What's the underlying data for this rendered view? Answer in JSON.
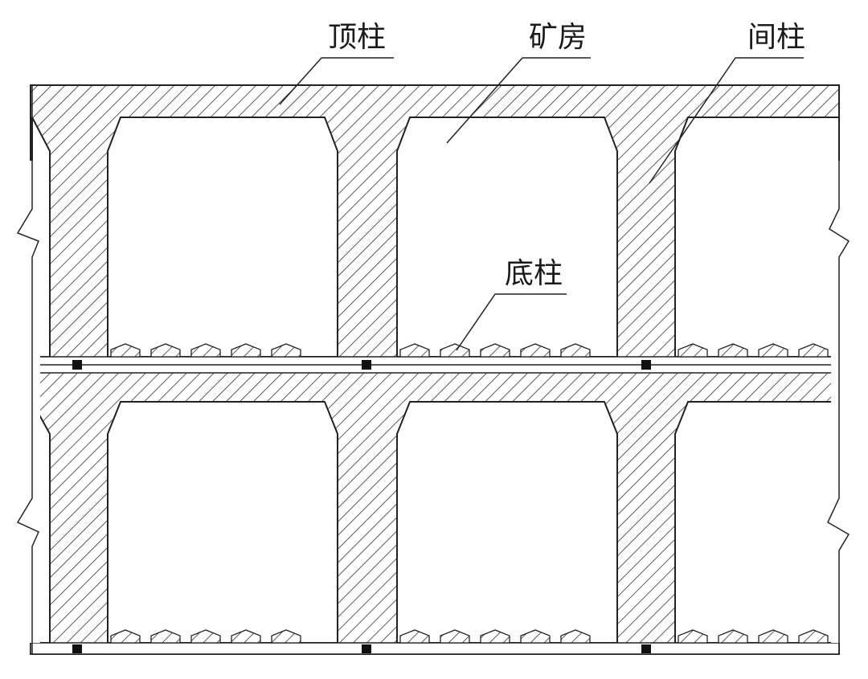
{
  "labels": {
    "top_pillar": "顶柱",
    "stope": "矿房",
    "inter_pillar": "间柱",
    "bottom_pillar": "底柱"
  },
  "colors": {
    "line": "#222222",
    "hatch": "#333333",
    "background": "#ffffff"
  }
}
